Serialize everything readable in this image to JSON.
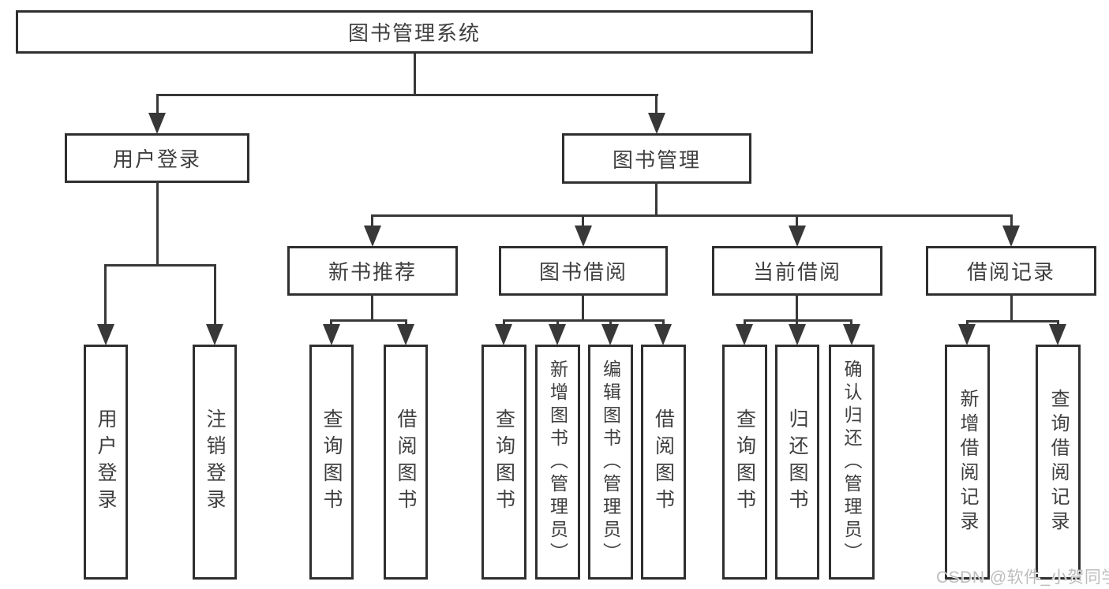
{
  "diagram": {
    "title": "图书管理系统",
    "root": {
      "label": "图书管理系统"
    },
    "level1": [
      {
        "label": "用户登录"
      },
      {
        "label": "图书管理"
      }
    ],
    "level2": [
      {
        "label": "新书推荐",
        "parent": "图书管理"
      },
      {
        "label": "图书借阅",
        "parent": "图书管理"
      },
      {
        "label": "当前借阅",
        "parent": "图书管理"
      },
      {
        "label": "借阅记录",
        "parent": "图书管理"
      }
    ],
    "leaves": [
      {
        "label": "用户登录",
        "parent": "用户登录"
      },
      {
        "label": "注销登录",
        "parent": "用户登录"
      },
      {
        "label": "查询图书",
        "parent": "新书推荐"
      },
      {
        "label": "借阅图书",
        "parent": "新书推荐"
      },
      {
        "label": "查询图书",
        "parent": "图书借阅"
      },
      {
        "label": "新增图书（管理员）",
        "parent": "图书借阅"
      },
      {
        "label": "编辑图书（管理员）",
        "parent": "图书借阅"
      },
      {
        "label": "借阅图书",
        "parent": "图书借阅"
      },
      {
        "label": "查询图书",
        "parent": "当前借阅"
      },
      {
        "label": "归还图书",
        "parent": "当前借阅"
      },
      {
        "label": "确认归还（管理员）",
        "parent": "当前借阅"
      },
      {
        "label": "新增借阅记录",
        "parent": "借阅记录"
      },
      {
        "label": "查询借阅记录",
        "parent": "借阅记录"
      }
    ],
    "watermark": "CSDN @软件_小贺同学",
    "colors": {
      "line": "#383838",
      "border": "#2f2f2f",
      "text": "#3f3f3f",
      "background": "#ffffff",
      "watermark": "#bdbdbd"
    }
  }
}
